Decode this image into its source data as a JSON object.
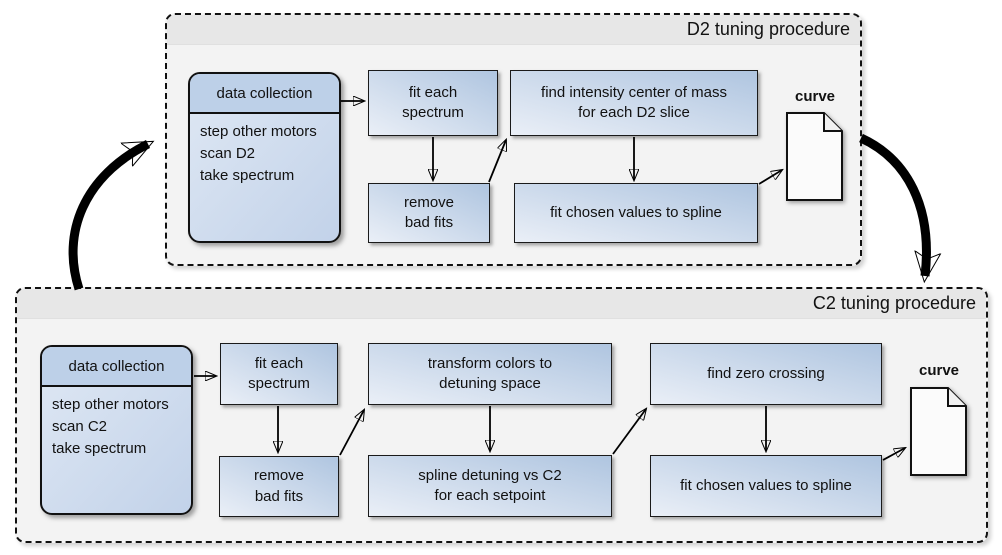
{
  "colors": {
    "section_background": "#f3f3f3",
    "section_titlebar": "#e7e7e7",
    "box_gradient_light": "#eaeff7",
    "box_gradient_dark": "#afc5e0",
    "data_collection_header": "#bdd0e8",
    "border": "#111111",
    "arrow": "#000000",
    "document_fill": "#fbfbfb"
  },
  "d2": {
    "title": "D2 tuning procedure",
    "data_collection": {
      "header": "data collection",
      "lines": [
        "step other motors",
        "scan D2",
        "take spectrum"
      ]
    },
    "boxes": {
      "fit_each_spectrum": "fit each\nspectrum",
      "remove_bad_fits": "remove\nbad fits",
      "find_center_of_mass": "find intensity center of mass\nfor each D2 slice",
      "fit_chosen_values": "fit chosen values to spline"
    },
    "curve_label": "curve"
  },
  "c2": {
    "title": "C2 tuning procedure",
    "data_collection": {
      "header": "data collection",
      "lines": [
        "step other motors",
        "scan C2",
        "take spectrum"
      ]
    },
    "boxes": {
      "fit_each_spectrum": "fit each\nspectrum",
      "remove_bad_fits": "remove\nbad fits",
      "transform_colors": "transform colors to\ndetuning space",
      "spline_detuning": "spline detuning vs C2\nfor each setpoint",
      "find_zero_crossing": "find zero crossing",
      "fit_chosen_values": "fit chosen values to spline"
    },
    "curve_label": "curve"
  }
}
